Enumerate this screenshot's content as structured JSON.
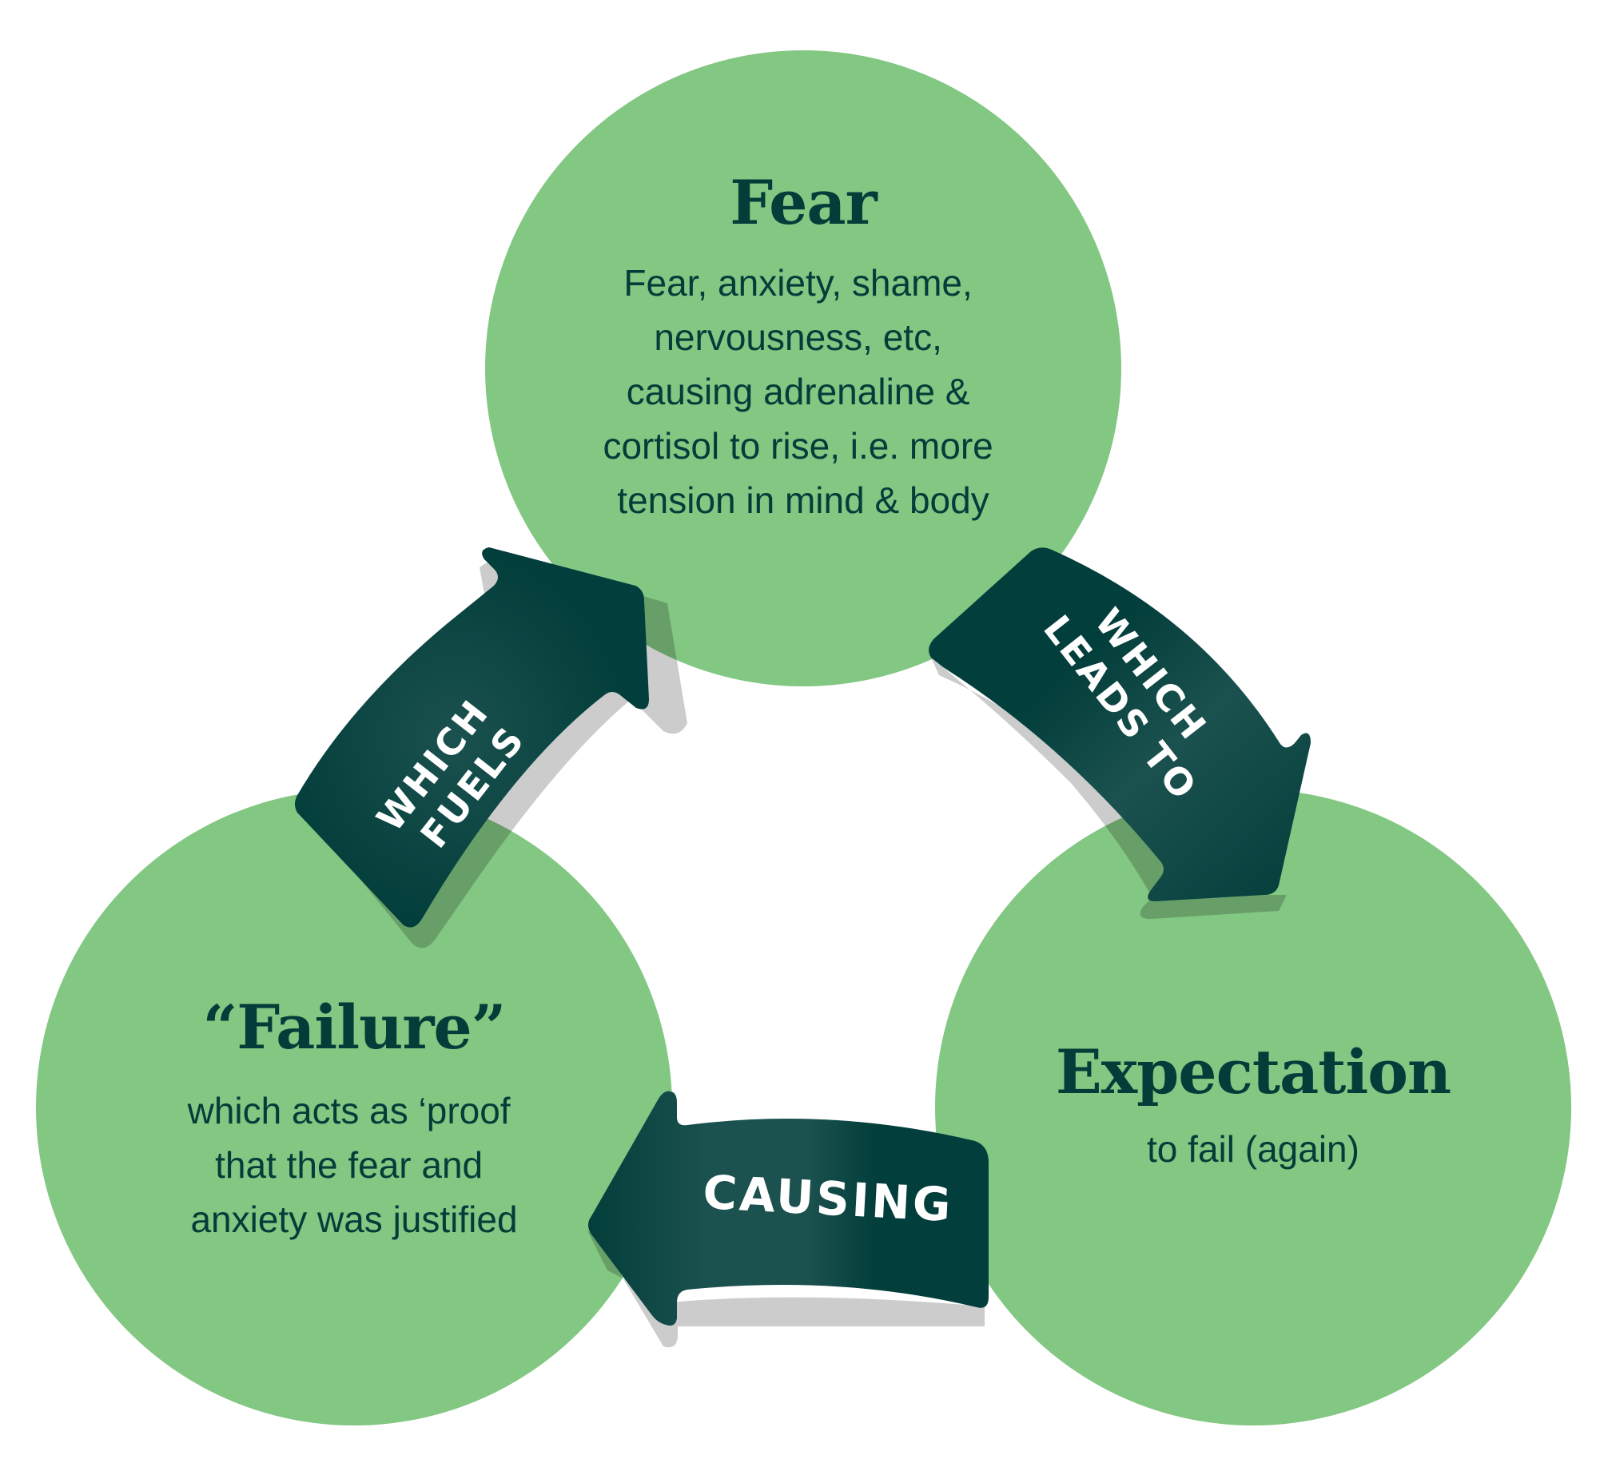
{
  "diagram": {
    "type": "cycle",
    "colors": {
      "circle_fill": "#82C782",
      "text": "#033D3A",
      "arrow_dark": "#023E3B",
      "arrow_light": "#1B514E",
      "arrow_shadow": "#CCCCCC",
      "arrow_label": "#FFFFFF"
    },
    "nodes": [
      {
        "id": "fear",
        "title": "Fear",
        "body_lines": [
          "Fear, anxiety, shame,",
          "nervousness, etc,",
          "causing adrenaline &",
          "cortisol to rise, i.e. more",
          "tension in mind & body"
        ]
      },
      {
        "id": "expectation",
        "title": "Expectation",
        "body_lines": [
          "to fail (again)"
        ]
      },
      {
        "id": "failure",
        "title": "“Failure”",
        "body_lines": [
          "which acts as ‘proof",
          "that the fear and",
          "anxiety was justified"
        ]
      }
    ],
    "edges": [
      {
        "from": "fear",
        "to": "expectation",
        "label_lines": [
          "WHICH",
          "LEADS TO"
        ]
      },
      {
        "from": "expectation",
        "to": "failure",
        "label_lines": [
          "CAUSING"
        ]
      },
      {
        "from": "failure",
        "to": "fear",
        "label_lines": [
          "WHICH",
          "FUELS"
        ]
      }
    ]
  }
}
